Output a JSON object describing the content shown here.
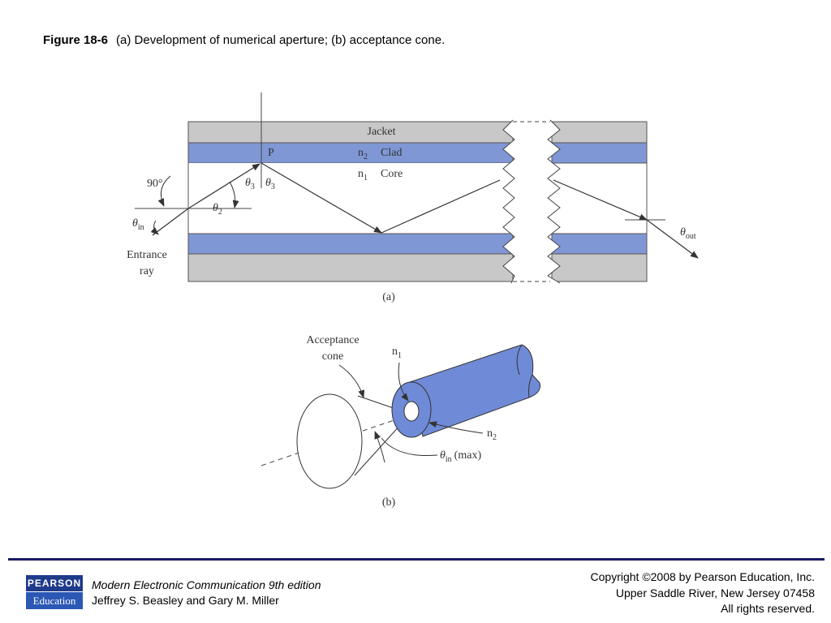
{
  "title": {
    "figure_label": "Figure 18-6",
    "caption": "(a) Development of numerical aperture; (b) acceptance cone."
  },
  "diagram_a": {
    "layers": {
      "jacket": "Jacket",
      "clad": "Clad",
      "core": "Core"
    },
    "indices": {
      "n2": "n",
      "n2_sub": "2",
      "n1": "n",
      "n1_sub": "1"
    },
    "point_label": "P",
    "angles": {
      "ninety": "90°",
      "theta_in": "θ",
      "theta_in_sub": "in",
      "theta2": "θ",
      "theta2_sub": "2",
      "theta3": "θ",
      "theta3_sub": "3",
      "theta_out": "θ",
      "theta_out_sub": "out"
    },
    "entrance_line1": "Entrance",
    "entrance_line2": "ray",
    "sublabel": "(a)"
  },
  "diagram_b": {
    "acceptance_line1": "Acceptance",
    "acceptance_line2": "cone",
    "n1": "n",
    "n1_sub": "1",
    "n2": "n",
    "n2_sub": "2",
    "theta": "θ",
    "theta_sub": "in",
    "theta_max": "(max)",
    "sublabel": "(b)"
  },
  "footer": {
    "logo_top": "PEARSON",
    "logo_bottom": "Education",
    "book_title": "Modern Electronic Communication 9th edition",
    "authors": "Jeffrey S. Beasley and Gary M. Miller",
    "copyright_line1": "Copyright ©2008 by Pearson Education, Inc.",
    "copyright_line2": "Upper Saddle River, New Jersey 07458",
    "copyright_line3": "All rights reserved."
  },
  "colors": {
    "jacket": "#c8c8c8",
    "clad": "#7f97d4",
    "fiber": "#6f8ad6",
    "footer_rule": "#1a1a66",
    "logo": "#1f3a8a"
  }
}
